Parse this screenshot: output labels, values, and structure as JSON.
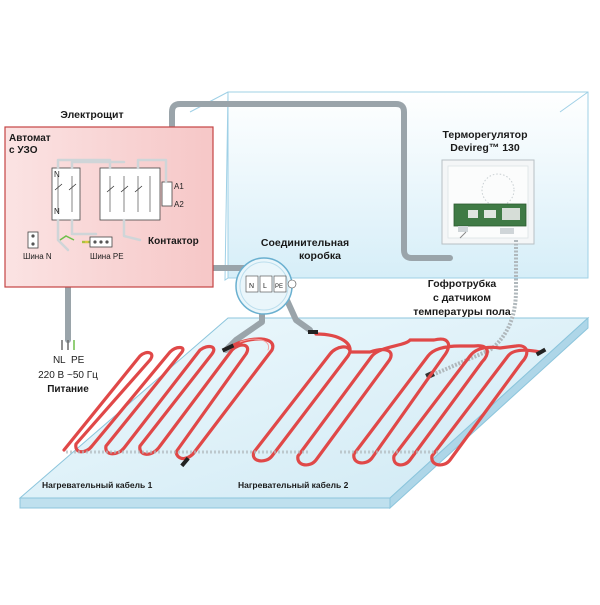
{
  "labels": {
    "panel_title": "Электрощит",
    "breaker_line1": "Автомат",
    "breaker_line2": "с УЗО",
    "contactor": "Контактор",
    "bus_n": "Шина N",
    "bus_pe": "Шина PE",
    "junction_line1": "Соединительная",
    "junction_line2": "коробка",
    "thermostat_line1": "Терморегулятор",
    "thermostat_line2": "Devireg™ 130",
    "conduit_line1": "Гофротрубка",
    "conduit_line2": "с датчиком",
    "conduit_line3": "температуры пола",
    "supply_n": "N",
    "supply_l": "L",
    "supply_pe": "PE",
    "supply_voltage": "220 В ~50 Гц",
    "supply_caption": "Питание",
    "cable1": "Нагревательный кабель 1",
    "cable2": "Нагревательный кабель 2",
    "terminal_a1": "A1",
    "terminal_a2": "A2",
    "jb_n": "N",
    "jb_l": "L",
    "jb_pe": "PE"
  },
  "colors": {
    "panel_fill": "#f9d2d2",
    "panel_border": "#c44444",
    "heating_cable": "#e04848",
    "wire": "#9aa4aa",
    "slab_top": "#dff3fb",
    "wall": "#e4f4fb"
  }
}
